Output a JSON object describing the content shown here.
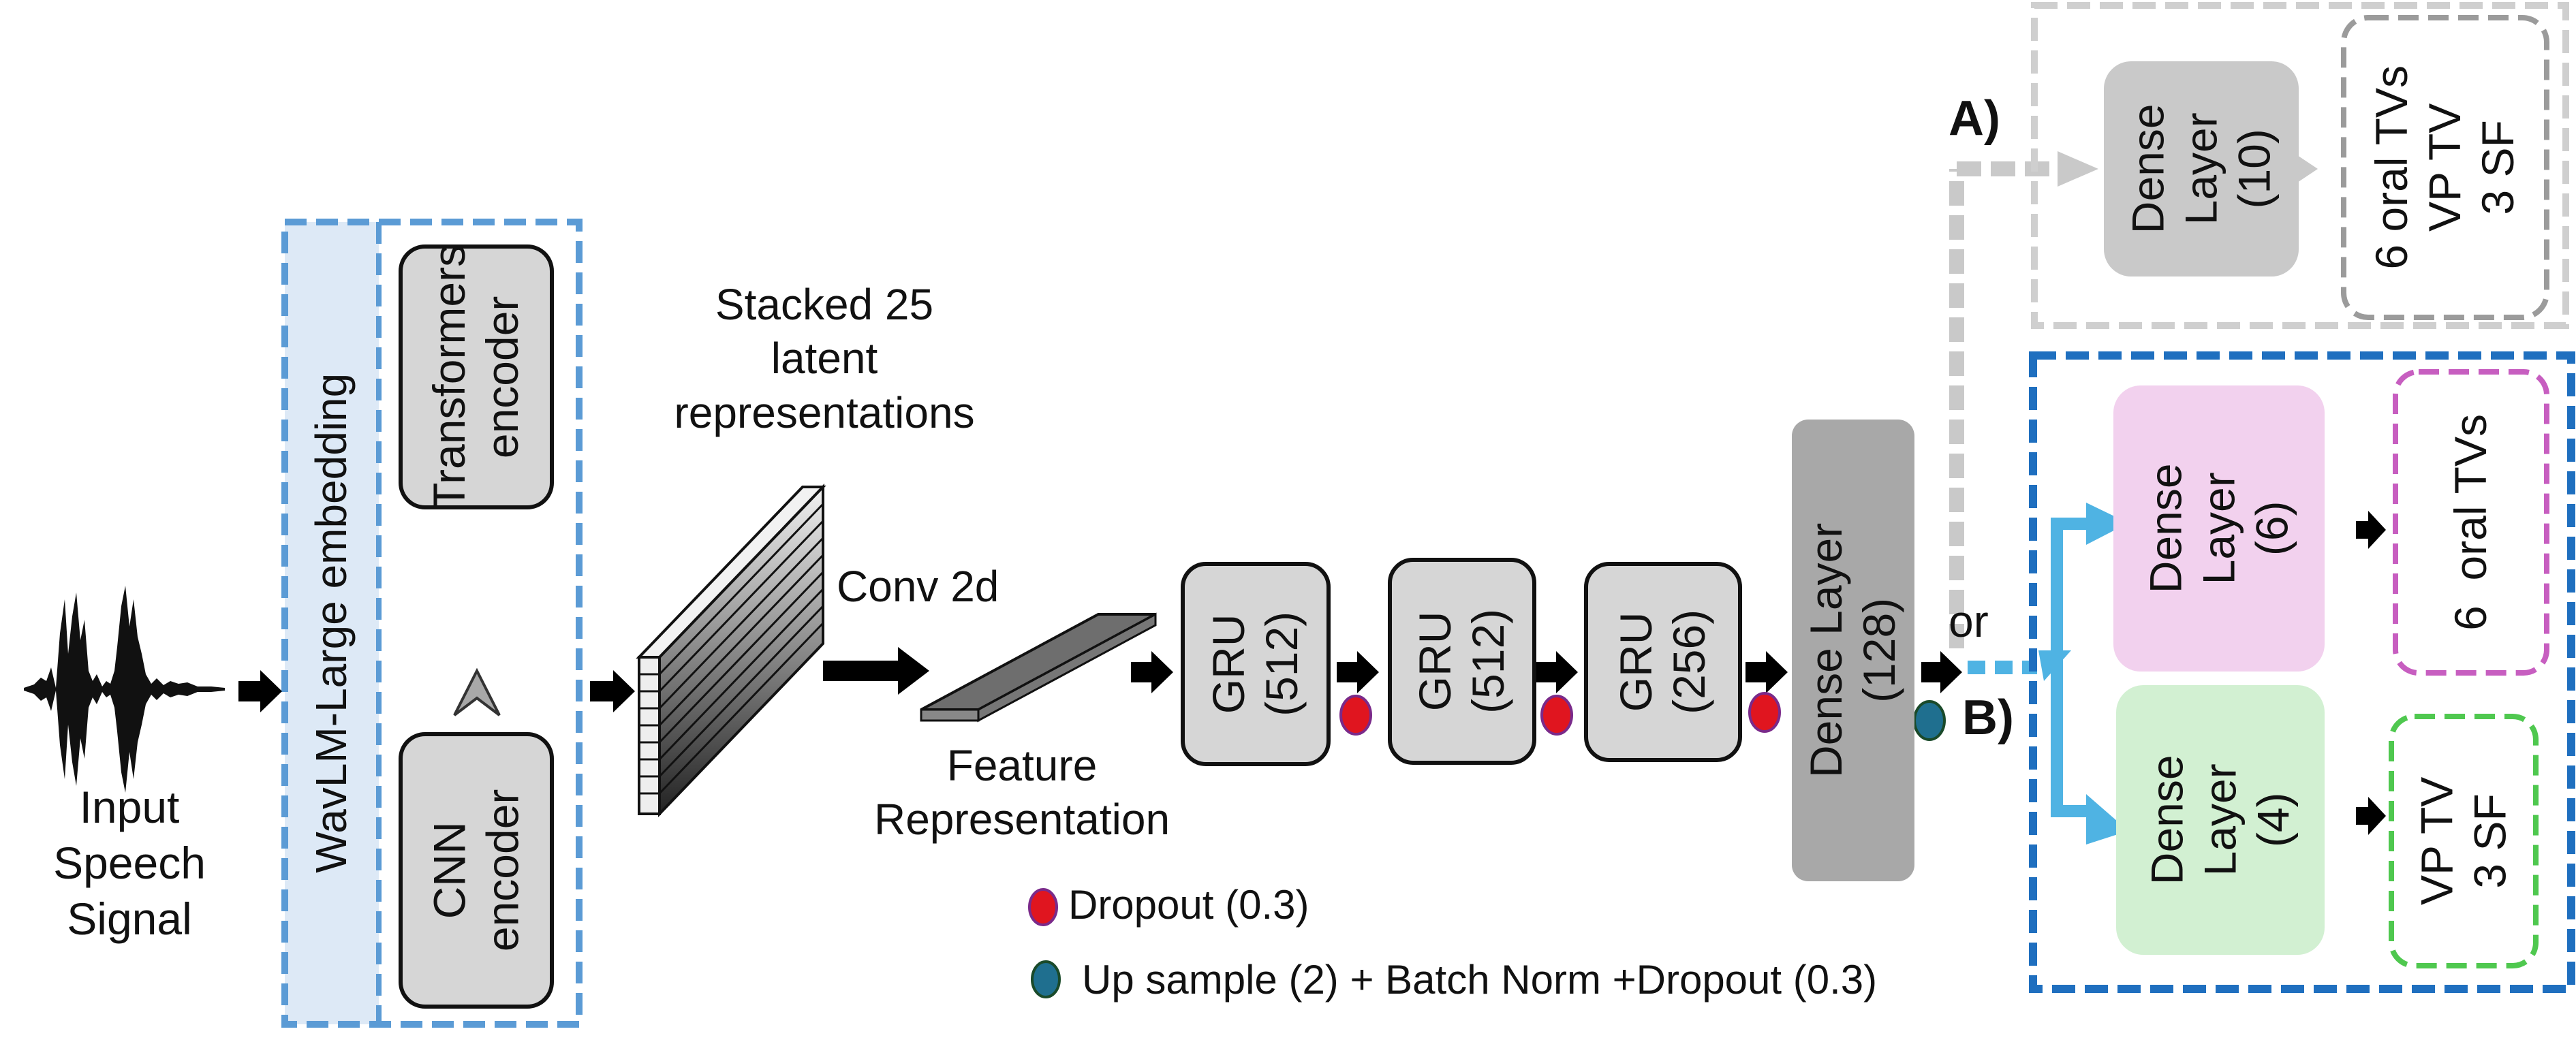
{
  "input": {
    "label_lines": [
      "Input",
      "Speech",
      "Signal"
    ]
  },
  "wavlm": {
    "label": "WavLM-Large embedding"
  },
  "transformers_block": {
    "label_lines": [
      "Transformers",
      "encoder"
    ]
  },
  "cnn_block": {
    "label_lines": [
      "CNN",
      "encoder"
    ]
  },
  "stacked": {
    "label_lines": [
      "Stacked 25",
      "latent",
      "representations"
    ]
  },
  "conv": {
    "label": "Conv 2d"
  },
  "feature": {
    "label_lines": [
      "Feature",
      "Representation"
    ]
  },
  "gru_blocks": [
    {
      "label_lines": [
        "GRU",
        "(512)"
      ]
    },
    {
      "label_lines": [
        "GRU",
        "(512)"
      ]
    },
    {
      "label_lines": [
        "GRU",
        "(256)"
      ]
    }
  ],
  "dense_main": {
    "label_lines": [
      "Dense Layer",
      "(128)"
    ]
  },
  "or_label": "or",
  "option_a": {
    "tag": "A)",
    "dense_lines": [
      "Dense",
      "Layer",
      "(10)"
    ],
    "output_lines": [
      "6 oral TVs",
      "VP TV",
      "3 SF"
    ]
  },
  "option_b": {
    "tag": "B)",
    "dense_top_lines": [
      "Dense",
      "Layer",
      "(6)"
    ],
    "output_top_lines": [
      "6  oral TVs"
    ],
    "dense_bottom_lines": [
      "Dense",
      "Layer",
      "(4)"
    ],
    "output_bottom_lines": [
      "VP TV",
      "3 SF"
    ]
  },
  "legend": {
    "dropout": "Dropout (0.3)",
    "upsample": "Up sample (2) + Batch Norm +Dropout (0.3)"
  },
  "colors": {
    "block_gray": "#d6d6d6",
    "dense_dark": "#a8a8a8",
    "wavlm_fill": "#dde9f6",
    "wavlm_border": "#5b9bd5",
    "option_b_border": "#1f6fbf",
    "option_a_border": "#c8c8c8",
    "pink": "#f2d1ee",
    "pink_border": "#c75ec0",
    "green": "#d2f0d2",
    "green_border": "#4fc84f",
    "dropout_dot": "#e0151f",
    "upsample_dot": "#1f6f8f",
    "cyan_arrow": "#4fb3e3"
  }
}
